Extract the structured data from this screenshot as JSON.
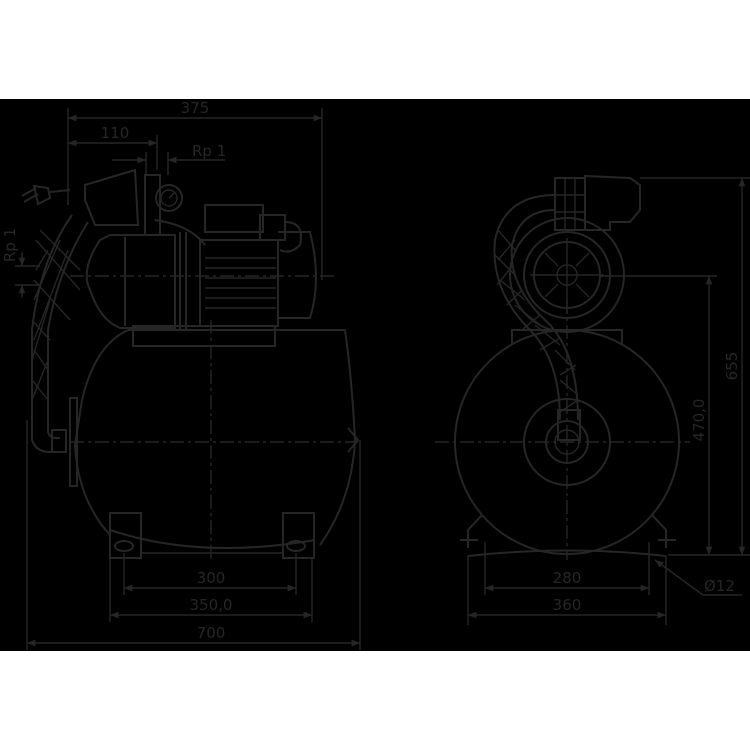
{
  "drawing": {
    "title": "Pressure booster set dimension drawing",
    "background_color": "#000000",
    "line_color": "#262626",
    "views": [
      {
        "name": "side-view"
      },
      {
        "name": "front-view"
      }
    ]
  },
  "dimensions": {
    "side": {
      "overall_length_top": "375",
      "suction_offset": "110",
      "discharge_connection": "Rp 1",
      "suction_connection": "Rp 1",
      "foot_hole_spacing": "300",
      "foot_width": "350,0",
      "overall_length": "700"
    },
    "front": {
      "total_height": "655",
      "axis_height": "470,0",
      "foot_hole_spacing": "280",
      "foot_width": "360",
      "hole_diameter": "Ø12"
    }
  }
}
